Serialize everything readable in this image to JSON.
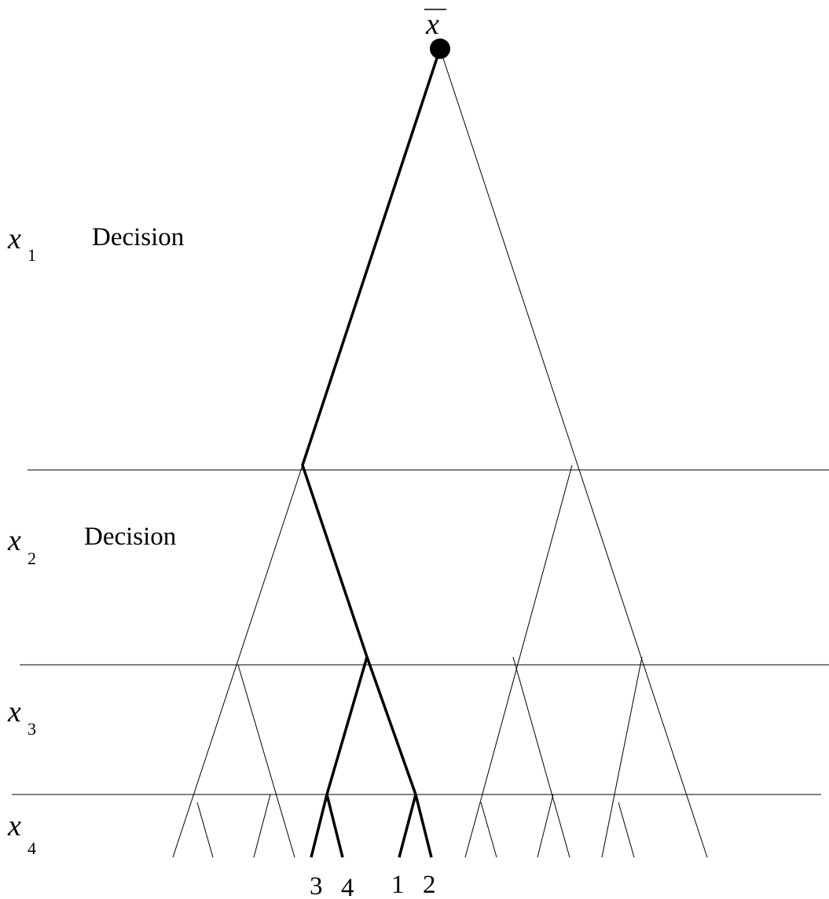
{
  "root": {
    "var": "x"
  },
  "levels": [
    {
      "var": "x",
      "subscript": "1",
      "decision": "Decision"
    },
    {
      "var": "x",
      "subscript": "2",
      "decision": "Decision"
    },
    {
      "var": "x",
      "subscript": "3"
    },
    {
      "var": "x",
      "subscript": "4"
    }
  ],
  "leaf_labels": [
    "3",
    "4",
    "1",
    "2"
  ]
}
